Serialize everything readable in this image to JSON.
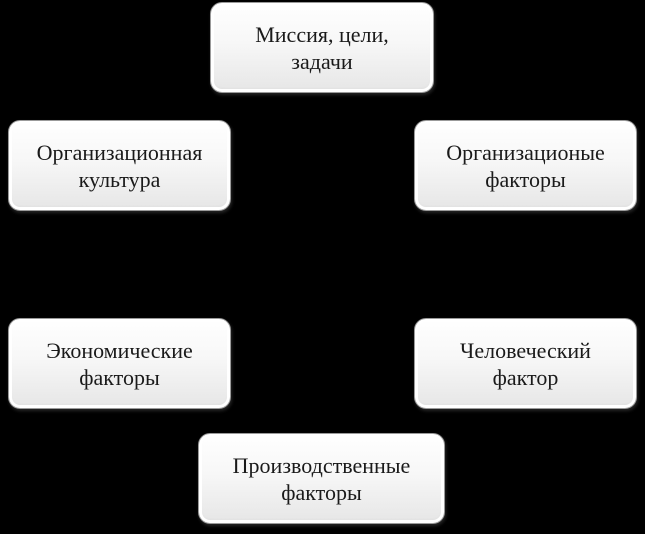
{
  "diagram": {
    "nodes": [
      {
        "id": "mission",
        "label": "Миссия, цели,\nзадачи"
      },
      {
        "id": "culture",
        "label": "Организационная\nкультура"
      },
      {
        "id": "org",
        "label": "Организационые\nфакторы"
      },
      {
        "id": "economic",
        "label": "Экономические\nфакторы"
      },
      {
        "id": "human",
        "label": "Человеческий\nфактор"
      },
      {
        "id": "production",
        "label": "Производственные\nфакторы"
      }
    ]
  }
}
